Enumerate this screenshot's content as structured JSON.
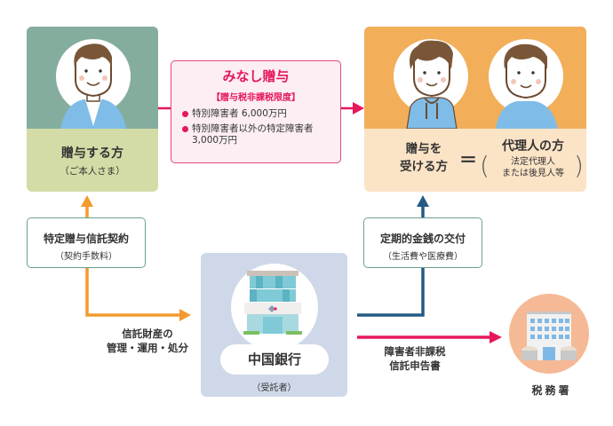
{
  "giver": {
    "title": "贈与する方",
    "subtitle": "（ご本人さま）"
  },
  "gift": {
    "title": "みなし贈与",
    "subtitle": "【贈与税非課税限度】",
    "items": [
      {
        "text": "特別障害者 6,000万円"
      },
      {
        "text": "特別障害者以外の特定障害者",
        "text2": "3,000万円"
      }
    ]
  },
  "receiver": {
    "left_line1": "贈与を",
    "left_line2": "受ける方",
    "equals": "＝",
    "right_title": "代理人の方",
    "right_sub1": "法定代理人",
    "right_sub2": "または後見人等",
    "paren_left": "(",
    "paren_right": ")"
  },
  "contract": {
    "title": "特定贈与信託契約",
    "subtitle": "（契約手数料）"
  },
  "payment": {
    "title": "定期的金銭の交付",
    "subtitle": "（生活費や医療費）"
  },
  "bank": {
    "name": "中国銀行",
    "subtitle": "（受託者）"
  },
  "management": {
    "line1": "信託財産の",
    "line2": "管理・運用・処分"
  },
  "report": {
    "line1": "障害者非課税",
    "line2": "信託申告書"
  },
  "tax_office": {
    "label": "税務署"
  },
  "colors": {
    "pink": "#e6175a",
    "orange": "#f29a2e",
    "navy": "#255a82",
    "green_border": "#6aa192"
  }
}
